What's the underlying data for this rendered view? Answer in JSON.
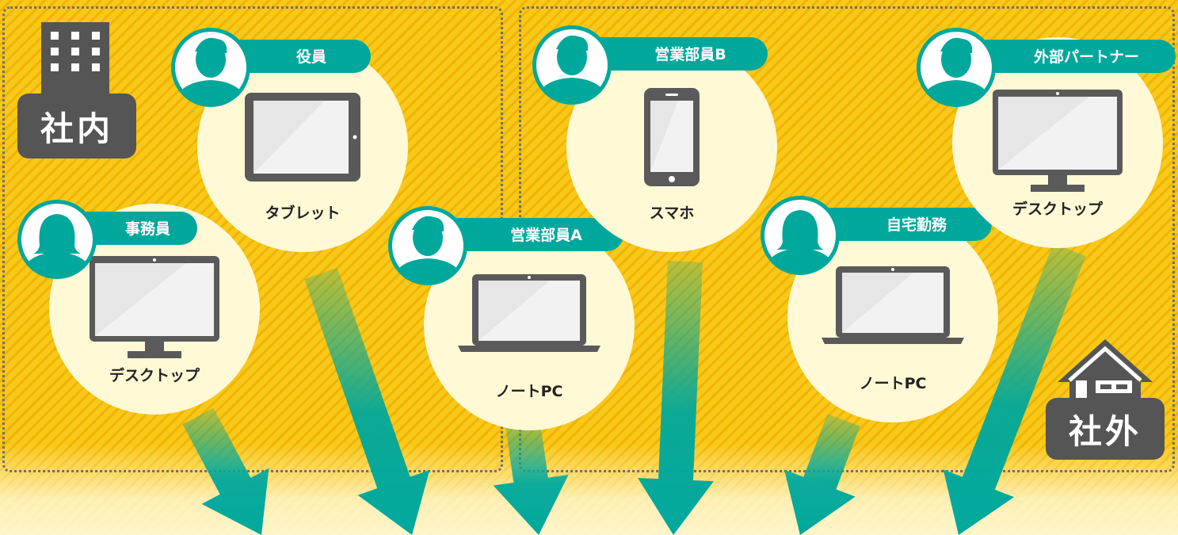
{
  "zones": {
    "inside": {
      "label": "社内",
      "icon": "building-icon"
    },
    "outside": {
      "label": "社外",
      "icon": "house-icon"
    }
  },
  "colors": {
    "stripe_light": "#f8c81a",
    "stripe_dark": "#f2b400",
    "teal": "#00a89c",
    "circle_fill": "#fff9d6",
    "device_gray": "#5a5a5a",
    "badge_gray": "#555555"
  },
  "users": [
    {
      "id": "jimuin",
      "role": "事務員",
      "device": "デスクトップ",
      "person_icon": "female-user-icon",
      "device_icon": "desktop-monitor-icon"
    },
    {
      "id": "yakuin",
      "role": "役員",
      "device": "タブレット",
      "person_icon": "male-user-icon",
      "device_icon": "tablet-icon"
    },
    {
      "id": "eigyo-a",
      "role": "営業部員A",
      "device": "ノートPC",
      "person_icon": "male-user-icon",
      "device_icon": "laptop-icon"
    },
    {
      "id": "eigyo-b",
      "role": "営業部員B",
      "device": "スマホ",
      "person_icon": "male-user-icon",
      "device_icon": "smartphone-icon"
    },
    {
      "id": "jitaku",
      "role": "自宅勤務",
      "device": "ノートPC",
      "person_icon": "female-user-icon",
      "device_icon": "laptop-icon"
    },
    {
      "id": "partner",
      "role": "外部パートナー",
      "device": "デスクトップ",
      "person_icon": "male-user-icon",
      "device_icon": "desktop-monitor-icon"
    }
  ]
}
